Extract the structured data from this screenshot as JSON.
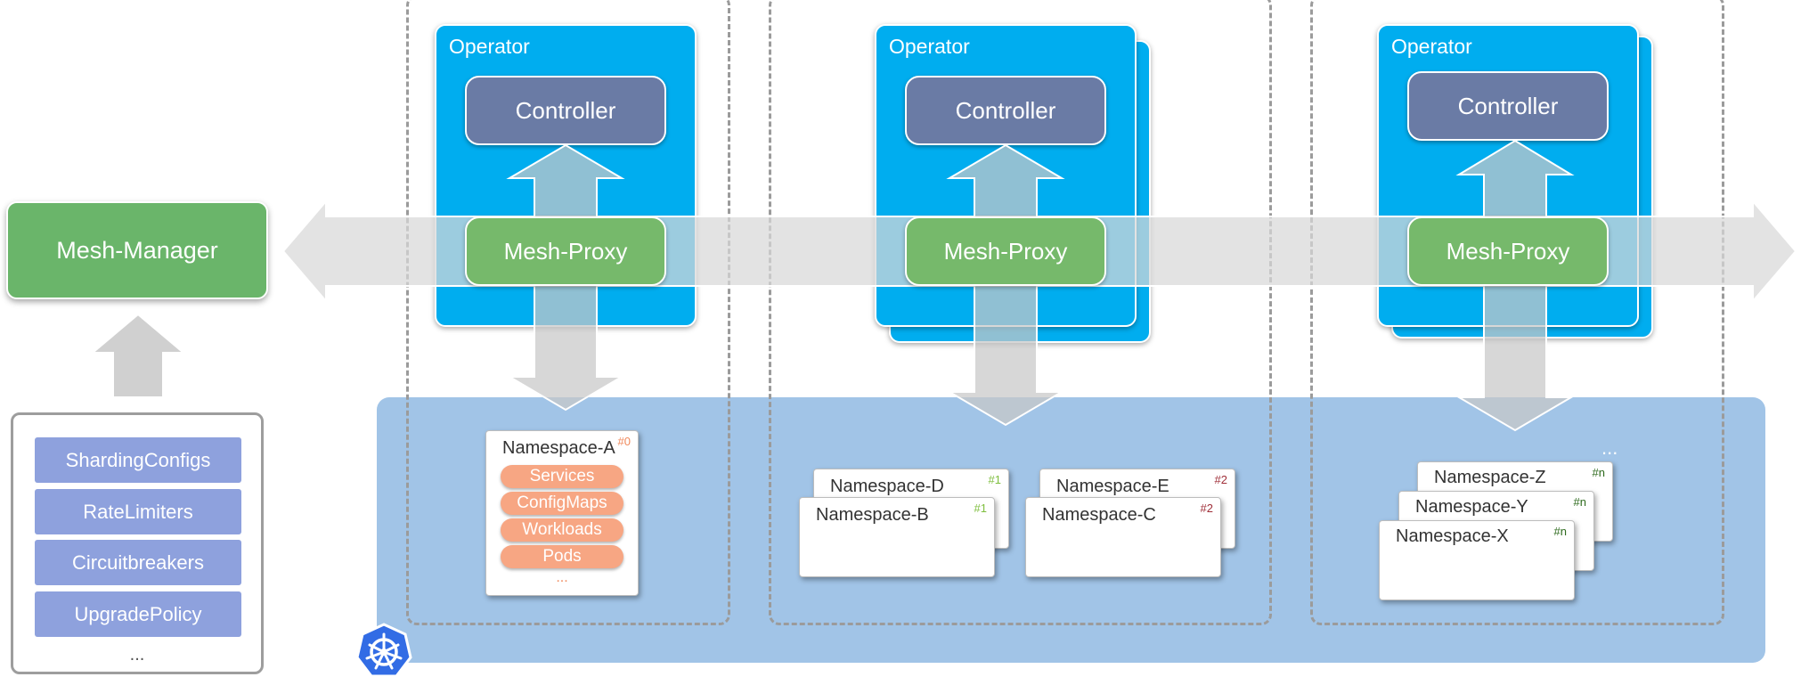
{
  "colors": {
    "operator": "#00adef",
    "controller": "#6a7ba5",
    "proxy": "#76b96b",
    "manager": "#6ab56a",
    "policy": "#8ea1dd",
    "resource": "#f7a683",
    "cluster_bg": "#a1c4e7",
    "tag_orange": "#f08a5d",
    "tag_green": "#7fbf3f",
    "tag_red": "#a0303a",
    "tag_darkgreen": "#2e6b1e"
  },
  "manager": {
    "label": "Mesh-Manager"
  },
  "policies": {
    "items": [
      "ShardingConfigs",
      "RateLimiters",
      "Circuitbreakers",
      "UpgradePolicy"
    ],
    "more": "..."
  },
  "operators": [
    {
      "title": "Operator",
      "controller": "Controller",
      "proxy": "Mesh-Proxy"
    },
    {
      "title": "Operator",
      "controller": "Controller",
      "proxy": "Mesh-Proxy"
    },
    {
      "title": "Operator",
      "controller": "Controller",
      "proxy": "Mesh-Proxy"
    }
  ],
  "namespaces": {
    "a": {
      "name": "Namespace-A",
      "tag": "#0",
      "resources": [
        "Services",
        "ConfigMaps",
        "Workloads",
        "Pods"
      ],
      "more": "..."
    },
    "d": {
      "name": "Namespace-D",
      "tag": "#1"
    },
    "b": {
      "name": "Namespace-B",
      "tag": "#1"
    },
    "e": {
      "name": "Namespace-E",
      "tag": "#2"
    },
    "c": {
      "name": "Namespace-C",
      "tag": "#2"
    },
    "z": {
      "name": "Namespace-Z",
      "tag": "#n"
    },
    "y": {
      "name": "Namespace-Y",
      "tag": "#n"
    },
    "x": {
      "name": "Namespace-X",
      "tag": "#n"
    },
    "more": "..."
  },
  "icons": {
    "cluster": "kubernetes-helm-icon"
  }
}
